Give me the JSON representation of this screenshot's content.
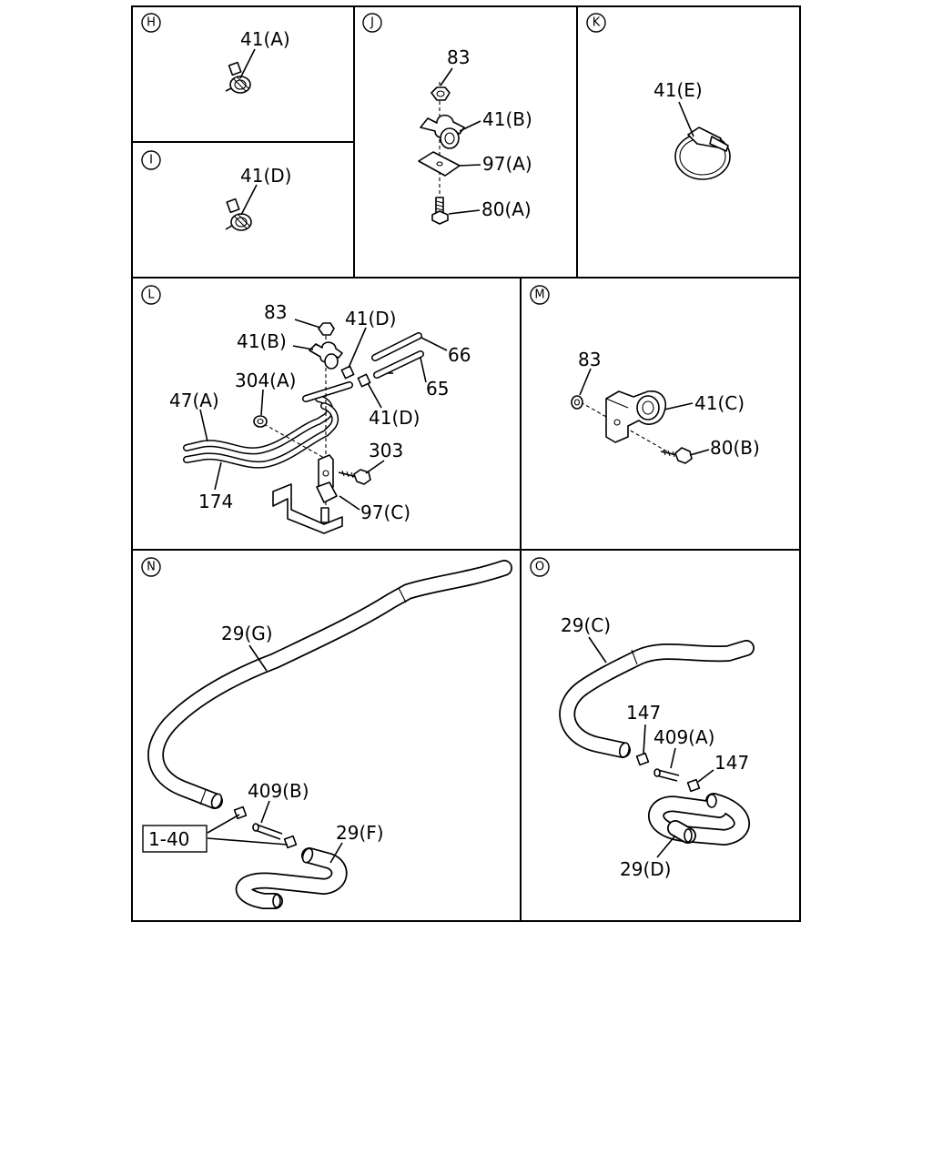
{
  "panels": {
    "H": {
      "id": "H",
      "labels": [
        "41(A)"
      ]
    },
    "I": {
      "id": "I",
      "labels": [
        "41(D)"
      ]
    },
    "J": {
      "id": "J",
      "labels": [
        "83",
        "41(B)",
        "97(A)",
        "80(A)"
      ]
    },
    "K": {
      "id": "K",
      "labels": [
        "41(E)"
      ]
    },
    "L": {
      "id": "L",
      "labels": [
        "83",
        "41(D)",
        "41(B)",
        "66",
        "304(A)",
        "65",
        "47(A)",
        "41(D)",
        "303",
        "174",
        "97(C)"
      ]
    },
    "M": {
      "id": "M",
      "labels": [
        "83",
        "41(C)",
        "80(B)"
      ]
    },
    "N": {
      "id": "N",
      "labels": [
        "29(G)",
        "409(B)",
        "29(F)"
      ],
      "ref_box": "1-40"
    },
    "O": {
      "id": "O",
      "labels": [
        "29(C)",
        "147",
        "409(A)",
        "147",
        "29(D)"
      ]
    }
  }
}
